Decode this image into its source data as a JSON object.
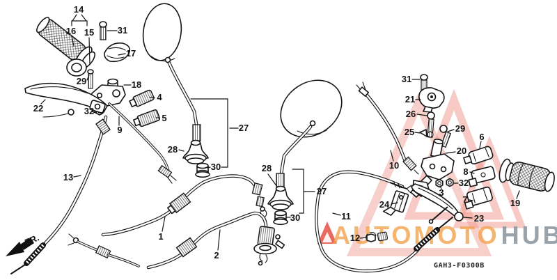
{
  "diagram": {
    "code": "GAH3-F0300B",
    "front_marker": "FR.",
    "callouts": {
      "1": "1",
      "2": "2",
      "3": "3",
      "4": "4",
      "5": "5",
      "6": "6",
      "7": "7",
      "8": "8",
      "9": "9",
      "10": "10",
      "11": "11",
      "12": "12",
      "13": "13",
      "14": "14",
      "15": "15",
      "16": "16",
      "17": "17",
      "18": "18",
      "19": "19",
      "20": "20",
      "21": "21",
      "22": "22",
      "23": "23",
      "24": "24",
      "25": "25",
      "26": "26",
      "27": "27",
      "28": "28",
      "29": "29",
      "30": "30",
      "31": "31",
      "32": "32"
    }
  },
  "watermark": {
    "brand_primary": "AUTOMOTO",
    "brand_secondary": "HUB",
    "orange": "#F2A24D",
    "gray": "#8F99A1",
    "triangle_pink": "#F0968C",
    "logo_red": "#E4453A"
  }
}
